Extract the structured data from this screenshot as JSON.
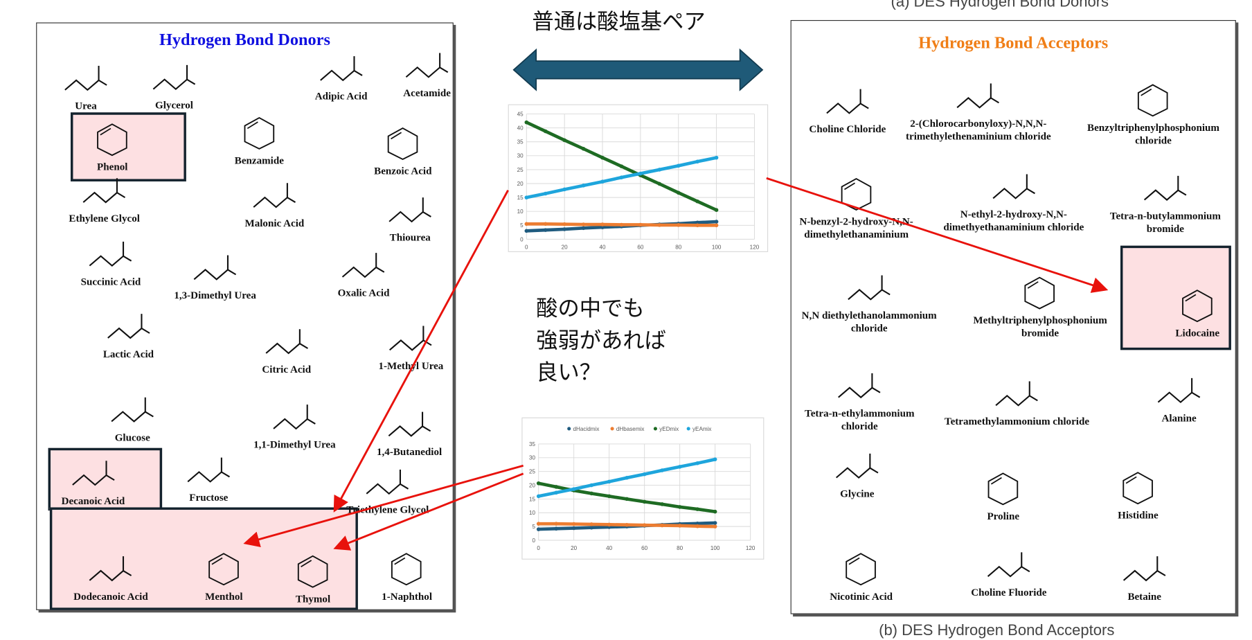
{
  "captions": {
    "top_right": "(a) DES Hydrogen Bond Donors",
    "bottom_right": "(b) DES Hydrogen Bond Acceptors"
  },
  "annotations": {
    "heading": "普通は酸塩基ペア",
    "note_lines": [
      "酸の中でも",
      "強弱があれば",
      "良い？"
    ]
  },
  "colors": {
    "donor_title": "#1010e0",
    "acceptor_title": "#f07e16",
    "highlight": "#fde0e2",
    "arrow": "#e8120c",
    "double_arrow": "#1f5a78"
  },
  "donors": {
    "title": "Hydrogen Bond Donors",
    "compounds": [
      {
        "name": "Urea",
        "icon": "chain-structure"
      },
      {
        "name": "Glycerol",
        "icon": "chain-structure"
      },
      {
        "name": "Adipic Acid",
        "icon": "chain-structure"
      },
      {
        "name": "Acetamide",
        "icon": "chain-structure"
      },
      {
        "name": "Phenol",
        "icon": "ring-structure",
        "highlighted": true
      },
      {
        "name": "Benzamide",
        "icon": "ring-structure"
      },
      {
        "name": "Benzoic Acid",
        "icon": "ring-structure"
      },
      {
        "name": "Ethylene Glycol",
        "icon": "chain-structure"
      },
      {
        "name": "Malonic Acid",
        "icon": "chain-structure"
      },
      {
        "name": "Thiourea",
        "icon": "chain-structure"
      },
      {
        "name": "Succinic Acid",
        "icon": "chain-structure"
      },
      {
        "name": "1,3-Dimethyl Urea",
        "icon": "chain-structure"
      },
      {
        "name": "Oxalic Acid",
        "icon": "chain-structure"
      },
      {
        "name": "Lactic Acid",
        "icon": "chain-structure"
      },
      {
        "name": "Citric Acid",
        "icon": "chain-structure"
      },
      {
        "name": "1-Methyl Urea",
        "icon": "chain-structure"
      },
      {
        "name": "Glucose",
        "icon": "chain-structure"
      },
      {
        "name": "1,1-Dimethyl Urea",
        "icon": "chain-structure"
      },
      {
        "name": "1,4-Butanediol",
        "icon": "chain-structure"
      },
      {
        "name": "Decanoic Acid",
        "icon": "chain-structure",
        "highlighted": true
      },
      {
        "name": "Fructose",
        "icon": "chain-structure"
      },
      {
        "name": "Triethylene Glycol",
        "icon": "chain-structure"
      },
      {
        "name": "Dodecanoic Acid",
        "icon": "chain-structure",
        "highlighted": true
      },
      {
        "name": "Menthol",
        "icon": "ring-structure",
        "highlighted": true
      },
      {
        "name": "Thymol",
        "icon": "ring-structure",
        "highlighted": true
      },
      {
        "name": "1-Naphthol",
        "icon": "ring-structure"
      }
    ]
  },
  "acceptors": {
    "title": "Hydrogen Bond Acceptors",
    "compounds": [
      {
        "name": "Choline Chloride",
        "icon": "chain-structure"
      },
      {
        "name": "2-(Chlorocarbonyloxy)-N,N,N-\ntrimethylethenaminium chloride",
        "icon": "chain-structure"
      },
      {
        "name": "Benzyltriphenylphosphonium\nchloride",
        "icon": "ring-structure"
      },
      {
        "name": "N-benzyl-2-hydroxy-N,N-\ndimethylethanaminium",
        "icon": "ring-structure"
      },
      {
        "name": "N-ethyl-2-hydroxy-N,N-\ndimethyethanaminium chloride",
        "icon": "chain-structure"
      },
      {
        "name": "Tetra-n-butylammonium\nbromide",
        "icon": "chain-structure"
      },
      {
        "name": "N,N diethylethanolammonium\nchloride",
        "icon": "chain-structure"
      },
      {
        "name": "Methyltriphenylphosphonium\nbromide",
        "icon": "ring-structure"
      },
      {
        "name": "Lidocaine",
        "icon": "ring-structure",
        "highlighted": true
      },
      {
        "name": "Tetra-n-ethylammonium\nchloride",
        "icon": "chain-structure"
      },
      {
        "name": "Tetramethylammonium chloride",
        "icon": "chain-structure"
      },
      {
        "name": "Alanine",
        "icon": "chain-structure"
      },
      {
        "name": "Glycine",
        "icon": "chain-structure"
      },
      {
        "name": "Proline",
        "icon": "ring-structure"
      },
      {
        "name": "Histidine",
        "icon": "ring-structure"
      },
      {
        "name": "Nicotinic Acid",
        "icon": "ring-structure"
      },
      {
        "name": "Choline Fluoride",
        "icon": "chain-structure"
      },
      {
        "name": "Betaine",
        "icon": "chain-structure"
      }
    ]
  },
  "chart_data": [
    {
      "type": "scatter",
      "title": "",
      "legend": "none",
      "x": [
        0,
        10,
        20,
        30,
        40,
        50,
        60,
        70,
        80,
        90,
        100
      ],
      "xlim": [
        0,
        120
      ],
      "xticks": [
        0,
        20,
        40,
        60,
        80,
        100,
        120
      ],
      "ylim": [
        0,
        45
      ],
      "yticks": [
        0,
        5,
        10,
        15,
        20,
        25,
        30,
        35,
        40,
        45
      ],
      "grid": true,
      "series": [
        {
          "name": "dHacidmix",
          "color": "#1f5b7f",
          "values": [
            3,
            3.3,
            3.6,
            4,
            4.3,
            4.6,
            5,
            5.3,
            5.6,
            6,
            6.3
          ]
        },
        {
          "name": "dHbasemix",
          "color": "#ed7d31",
          "values": [
            5.5,
            5.5,
            5.4,
            5.3,
            5.3,
            5.2,
            5.2,
            5.1,
            5.1,
            5,
            5
          ]
        },
        {
          "name": "yEDmix",
          "color": "#1e6b23",
          "values": [
            42,
            38.8,
            35.6,
            32.5,
            29.3,
            26.2,
            23,
            19.9,
            16.7,
            13.6,
            10.5
          ]
        },
        {
          "name": "yEAmix",
          "color": "#1ea5dc",
          "values": [
            15,
            16.4,
            17.9,
            19.3,
            20.7,
            22.2,
            23.6,
            25,
            26.4,
            27.9,
            29.3
          ]
        }
      ]
    },
    {
      "type": "scatter",
      "title": "",
      "legend": "top",
      "x": [
        0,
        10,
        20,
        30,
        40,
        50,
        60,
        70,
        80,
        90,
        100
      ],
      "xlim": [
        0,
        120
      ],
      "xticks": [
        0,
        20,
        40,
        60,
        80,
        100,
        120
      ],
      "ylim": [
        0,
        35
      ],
      "yticks": [
        0,
        5,
        10,
        15,
        20,
        25,
        30,
        35
      ],
      "grid": true,
      "series": [
        {
          "name": "dHacidmix",
          "color": "#1f5b7f",
          "values": [
            4,
            4.2,
            4.4,
            4.6,
            4.8,
            5,
            5.3,
            5.6,
            5.9,
            6.1,
            6.3
          ]
        },
        {
          "name": "dHbasemix",
          "color": "#ed7d31",
          "values": [
            6,
            6,
            5.9,
            5.8,
            5.7,
            5.6,
            5.5,
            5.4,
            5.3,
            5.1,
            5
          ]
        },
        {
          "name": "yEDmix",
          "color": "#1e6b23",
          "values": [
            20.7,
            19.4,
            18.1,
            17,
            16,
            15,
            14,
            13.1,
            12.1,
            11.3,
            10.4
          ]
        },
        {
          "name": "yEAmix",
          "color": "#1ea5dc",
          "values": [
            16,
            17.3,
            18.6,
            20,
            21.3,
            22.7,
            24,
            25.4,
            26.7,
            28,
            29.4
          ]
        }
      ]
    }
  ]
}
